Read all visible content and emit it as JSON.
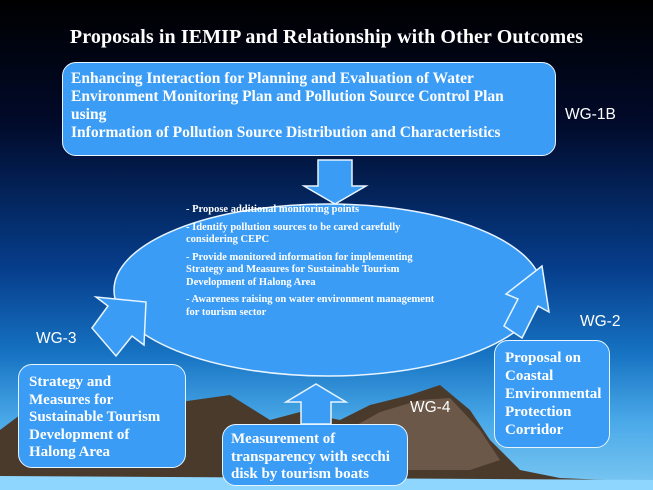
{
  "slide": {
    "title": "Proposals in IEMIP and Relationship with Other Outcomes"
  },
  "top_box": {
    "lines": [
      "Enhancing Interaction for Planning and Evaluation of Water",
      "Environment Monitoring Plan and Pollution Source Control Plan",
      "using",
      "Information of Pollution Source Distribution and Characteristics"
    ]
  },
  "wg_labels": {
    "wg1b": "WG-1B",
    "wg2": "WG-2",
    "wg3": "WG-3",
    "wg4": "WG-4"
  },
  "ellipse": {
    "items": [
      "- Propose additional monitoring points",
      "- Identify pollution sources to be cared carefully considering CEPC",
      "- Provide monitored information for implementing Strategy and Measures for Sustainable Tourism Development of Halong Area",
      "- Awareness raising on water environment management for tourism sector"
    ]
  },
  "wg3_box": {
    "lines": [
      "Strategy and",
      "Measures for",
      "Sustainable Tourism",
      "Development of",
      "Halong Area"
    ]
  },
  "wg4_box": {
    "lines": [
      "Measurement of",
      "transparency with secchi",
      "disk by tourism boats"
    ]
  },
  "wg2_box": {
    "lines": [
      "Proposal on",
      "Coastal",
      "Environmental",
      "Protection",
      "Corridor"
    ]
  },
  "colors": {
    "box_fill": "#3b9cf6",
    "box_border": "#e8f4ff",
    "text": "#ffffff"
  }
}
